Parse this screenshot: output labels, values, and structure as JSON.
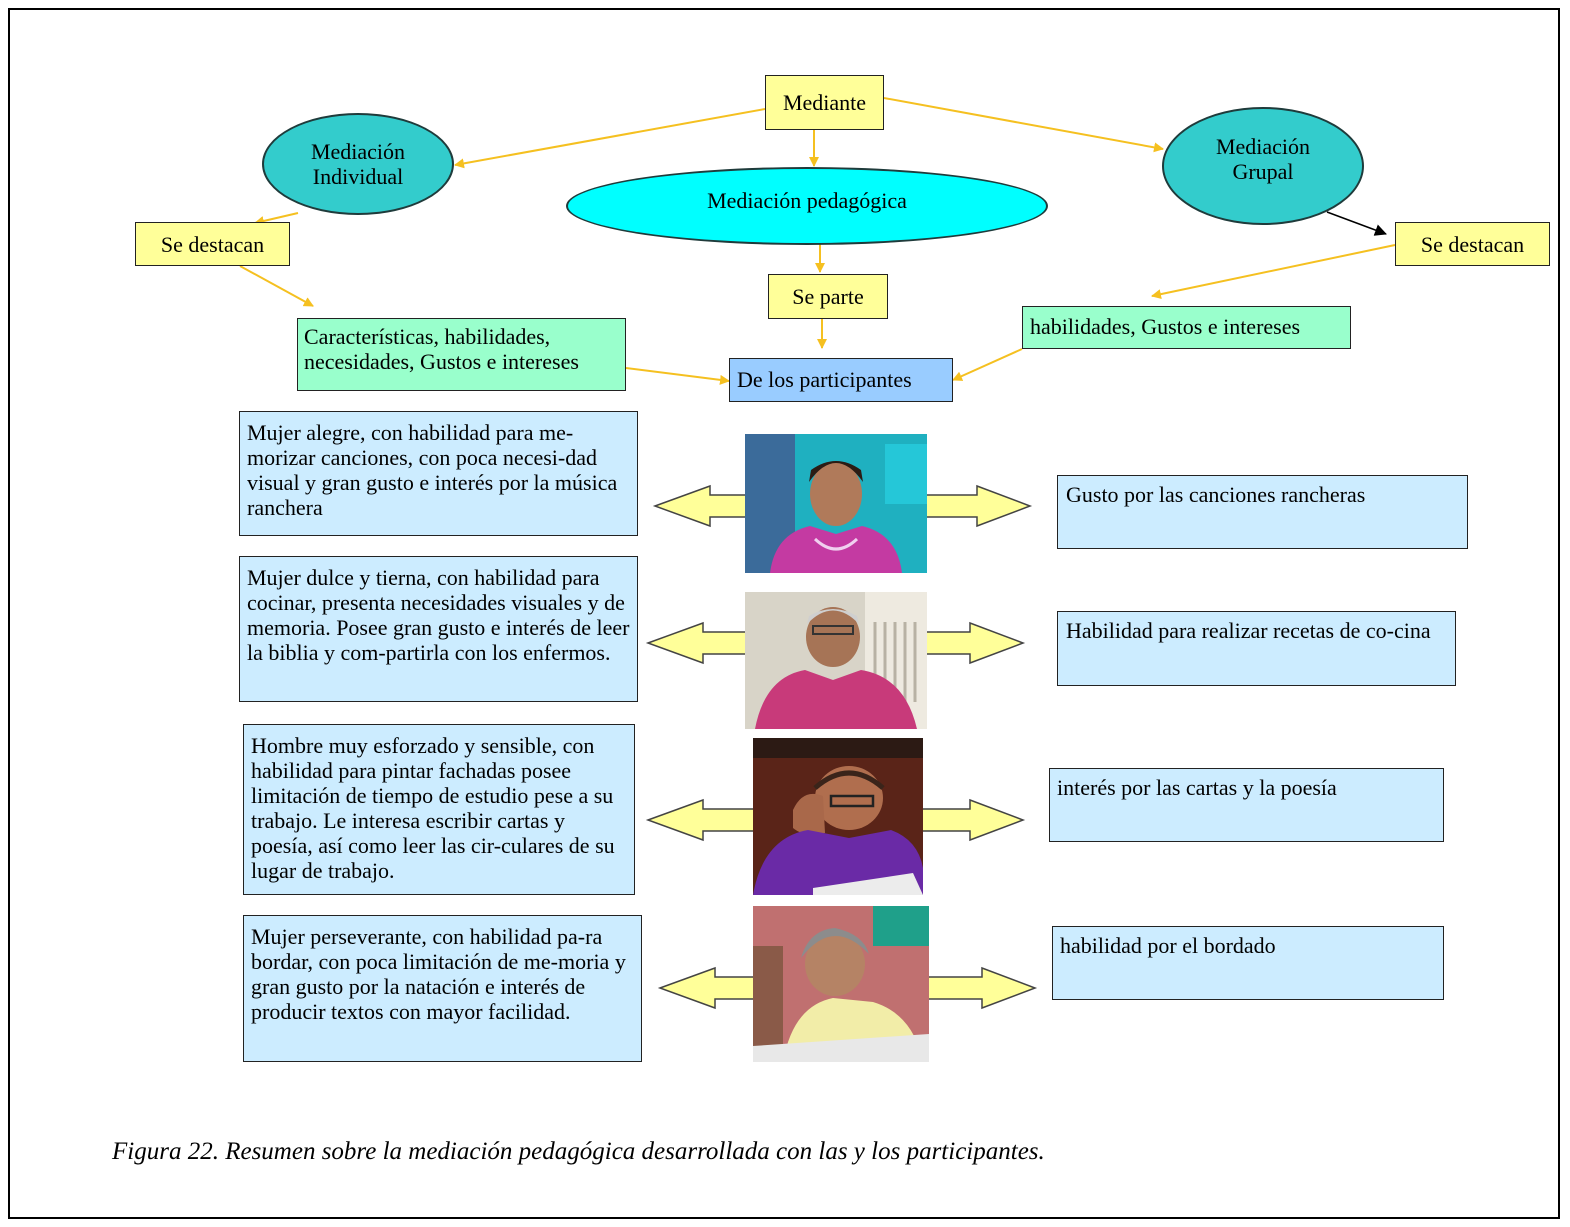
{
  "nodes": {
    "mediante": "Mediante",
    "mediacion_individual": "Mediación Individual",
    "mediacion_pedagogica": "Mediación pedagógica",
    "mediacion_grupal": "Mediación Grupal",
    "se_destacan_left": "Se destacan",
    "se_destacan_right": "Se destacan",
    "se_parte": "Se parte",
    "caracteristicas": "Características, habilidades, necesidades, Gustos e intereses",
    "habilidades": "habilidades, Gustos e intereses",
    "de_los_participantes": "De los participantes"
  },
  "participants": [
    {
      "description": "Mujer alegre, con habilidad para me-morizar canciones, con poca necesi-dad visual y gran gusto e interés por la música ranchera",
      "interest": "Gusto por las canciones rancheras"
    },
    {
      "description": "Mujer dulce y tierna, con habilidad para cocinar, presenta necesidades visuales y de memoria. Posee gran gusto e interés de leer la biblia y com-partirla con los enfermos.",
      "interest": "Habilidad para realizar recetas de co-cina"
    },
    {
      "description": "Hombre muy esforzado y sensible, con habilidad para pintar fachadas posee limitación de tiempo de estudio pese a su trabajo. Le interesa escribir cartas y poesía, así como leer las cir-culares de su lugar de trabajo.",
      "interest": "interés por las cartas y la poesía"
    },
    {
      "description": "Mujer perseverante, con habilidad pa-ra bordar, con poca limitación de me-moria y gran gusto por la natación e interés de producir textos con mayor facilidad.",
      "interest": "habilidad por el bordado"
    }
  ],
  "caption": "Figura 22. Resumen sobre la mediación pedagógica desarrollada con las y los participantes.",
  "colors": {
    "yellow_box": "#ffff99",
    "green_box": "#99ffcc",
    "blue_box": "#99ccff",
    "lightblue_box": "#ccecff",
    "teal_ellipse": "#33cccc",
    "cyan_ellipse": "#00ffff",
    "connector": "#f5c020",
    "arrow_fill": "#ffff99"
  }
}
